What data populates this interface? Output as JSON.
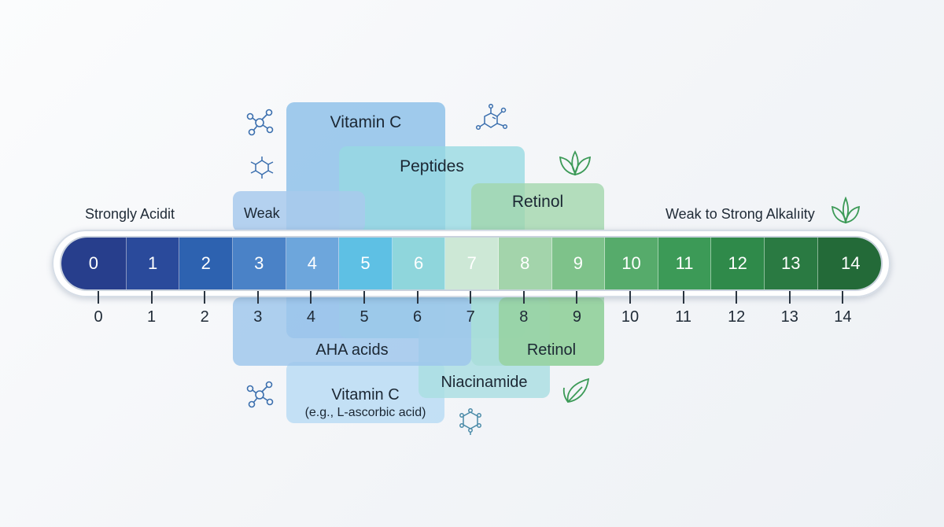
{
  "labels": {
    "left": "Strongly Acidit",
    "right": "Weak to Strong Alkalıity"
  },
  "scale": {
    "segments": [
      {
        "value": "0",
        "color": "#273e8c"
      },
      {
        "value": "1",
        "color": "#2a4a9b"
      },
      {
        "value": "2",
        "color": "#2d62b0"
      },
      {
        "value": "3",
        "color": "#4a82c7"
      },
      {
        "value": "4",
        "color": "#6da6dc"
      },
      {
        "value": "5",
        "color": "#5ec0e4"
      },
      {
        "value": "6",
        "color": "#8fd6dc"
      },
      {
        "value": "7",
        "color": "#cde8d6"
      },
      {
        "value": "8",
        "color": "#a3d4ab"
      },
      {
        "value": "9",
        "color": "#7ec28a"
      },
      {
        "value": "10",
        "color": "#56ab6b"
      },
      {
        "value": "11",
        "color": "#3c9a57"
      },
      {
        "value": "12",
        "color": "#2f8a4a"
      },
      {
        "value": "13",
        "color": "#2a7a42"
      },
      {
        "value": "14",
        "color": "#236a38"
      }
    ],
    "ticks": [
      "0",
      "1",
      "2",
      "3",
      "4",
      "5",
      "6",
      "7",
      "8",
      "9",
      "10",
      "11",
      "12",
      "13",
      "14"
    ]
  },
  "ranges_above": [
    {
      "id": "vitamin-c",
      "label": "Vitamin C",
      "color": "#9fcbec"
    },
    {
      "id": "peptides",
      "label": "Peptides",
      "color": "#a8dfe6"
    },
    {
      "id": "weak",
      "label": "Weak",
      "color": "#b3d2ee"
    },
    {
      "id": "retinol",
      "label": "Retinol",
      "color": "#a9d9b3"
    }
  ],
  "ranges_below": [
    {
      "id": "aha-acids",
      "label": "AHA acids",
      "color": "#a9cdec"
    },
    {
      "id": "retinol-below",
      "label": "Retinol",
      "color": "#a3d6ae"
    },
    {
      "id": "niacinamide",
      "label": "Niacinamide",
      "color": "#b4e1e4"
    },
    {
      "id": "vitamin-c-below",
      "label": "Vitamin C",
      "sublabel": "(e.g., L-ascorbic acid)",
      "color": "#c0def4"
    }
  ],
  "icons": [
    "molecule-icon",
    "hexagon-molecule-icon",
    "benzene-icon",
    "leaf-icon",
    "ring-molecule-icon"
  ],
  "colors": {
    "accent_blue": "#4a8fd0",
    "accent_green": "#3c9a57",
    "icon_blue": "#3b6fae",
    "icon_green": "#3c9a57"
  }
}
